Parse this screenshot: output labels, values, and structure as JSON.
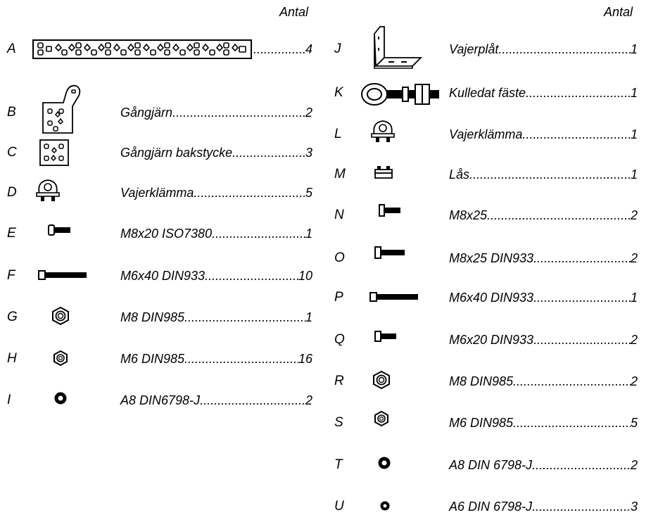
{
  "left": {
    "header": "Antal",
    "items": [
      {
        "letter": "A",
        "name": "",
        "qty": "4",
        "icon": "perforated-strip-icon"
      },
      {
        "letter": "B",
        "name": "Gångjärn",
        "qty": "2",
        "icon": "hinge-icon"
      },
      {
        "letter": "C",
        "name": "Gångjärn bakstycke",
        "qty": "3",
        "icon": "hinge-back-plate-icon"
      },
      {
        "letter": "D",
        "name": "Vajerklämma ",
        "qty": "5",
        "icon": "wire-clamp-icon"
      },
      {
        "letter": "E",
        "name": "M8x20 ISO7380",
        "qty": "1",
        "icon": "button-head-bolt-icon"
      },
      {
        "letter": "F",
        "name": "M6x40 DIN933",
        "qty": " 10",
        "icon": "long-bolt-icon"
      },
      {
        "letter": "G",
        "name": "M8 DIN985",
        "qty": "1",
        "icon": "lock-nut-icon"
      },
      {
        "letter": "H",
        "name": "M6 DIN985",
        "qty": " 16",
        "icon": "lock-nut-small-icon"
      },
      {
        "letter": "I",
        "name": "A8 DIN6798-J",
        "qty": "2",
        "icon": "tooth-washer-icon"
      }
    ]
  },
  "right": {
    "header": "Antal",
    "items": [
      {
        "letter": "J",
        "name": "Vajerplåt",
        "qty": "1",
        "icon": "angle-bracket-icon"
      },
      {
        "letter": "K",
        "name": "Kulledat fäste",
        "qty": "1",
        "icon": "ball-joint-mount-icon"
      },
      {
        "letter": "L",
        "name": "Vajerklämma ",
        "qty": "1",
        "icon": "wire-clamp-icon"
      },
      {
        "letter": "M",
        "name": "Lås",
        "qty": "1",
        "icon": "lock-icon"
      },
      {
        "letter": "N",
        "name": "M8x25",
        "qty": "2",
        "icon": "bolt-icon"
      },
      {
        "letter": "O",
        "name": "M8x25 DIN933 ",
        "qty": "2",
        "icon": "bolt-icon"
      },
      {
        "letter": "P",
        "name": "M6x40 DIN933",
        "qty": "1",
        "icon": "long-bolt-icon"
      },
      {
        "letter": "Q",
        "name": "M6x20 DIN933",
        "qty": "2",
        "icon": "short-bolt-icon"
      },
      {
        "letter": "R",
        "name": "M8 DIN985",
        "qty": "2",
        "icon": "lock-nut-icon"
      },
      {
        "letter": "S",
        "name": "M6 DIN985",
        "qty": "5",
        "icon": "lock-nut-small-icon"
      },
      {
        "letter": "T",
        "name": "A8 DIN 6798-J",
        "qty": "2",
        "icon": "tooth-washer-icon"
      },
      {
        "letter": "U",
        "name": "A6 DIN 6798-J",
        "qty": "3",
        "icon": "tooth-washer-small-icon"
      }
    ]
  }
}
